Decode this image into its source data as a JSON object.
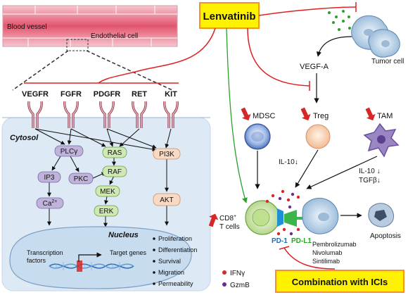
{
  "drug": "Lenvatinib",
  "vessel": {
    "blood_vessel": "Blood vessel",
    "endothelial_cell": "Endothelial cell"
  },
  "receptors": [
    "VEGFR",
    "FGFR",
    "PDGFR",
    "RET",
    "KIT"
  ],
  "cytosol": {
    "label": "Cytosol",
    "nodes": {
      "plcg": "PLCγ",
      "ip3": "IP3",
      "pkc": "PKC",
      "ca_base": "Ca",
      "ca_sup": "2+",
      "ras": "RAS",
      "raf": "RAF",
      "mek": "MEK",
      "erk": "ERK",
      "pi3k": "PI3K",
      "akt": "AKT"
    },
    "colors": {
      "purple_node": "#bfb3d9",
      "green_node": "#cfe8b4",
      "peach_node": "#f8d9c4",
      "cell_bg": "#dde9f5"
    }
  },
  "nucleus": {
    "label": "Nucleus",
    "transcription_factors": [
      "Transcription",
      "factors"
    ],
    "target_genes": "Target genes",
    "outcomes": [
      "Proliferation",
      "Differentiation",
      "Survival",
      "Migration",
      "Permeability"
    ]
  },
  "tme": {
    "tumor_cell": "Tumor cell",
    "vegfa": "VEGF-A",
    "mdsc": "MDSC",
    "treg": "Treg",
    "tam": "TAM",
    "il10_down": "IL-10↓",
    "tam_cytokines": [
      "IL-10 ↓",
      "TGFβ↓"
    ],
    "cd8_line1_base": "CD8",
    "cd8_line1_sup": "+",
    "cd8_line2": "T cells",
    "pd1": "PD-1",
    "pdl1": "PD-L1",
    "apoptosis": "Apoptosis",
    "ici_drugs": [
      "Pembrolizumab",
      "Nivolumab",
      "Sintilimab"
    ]
  },
  "legend": [
    {
      "label": "IFNγ",
      "color": "#d62828"
    },
    {
      "label": "GzmB",
      "color": "#6a2c91"
    }
  ],
  "combination_label": "Combination with ICIs",
  "colors": {
    "label_box_fill": "#fff200",
    "label_box_stroke": "#f7941d",
    "inhibit_red": "#e02020",
    "activate_green": "#2ca02c"
  }
}
